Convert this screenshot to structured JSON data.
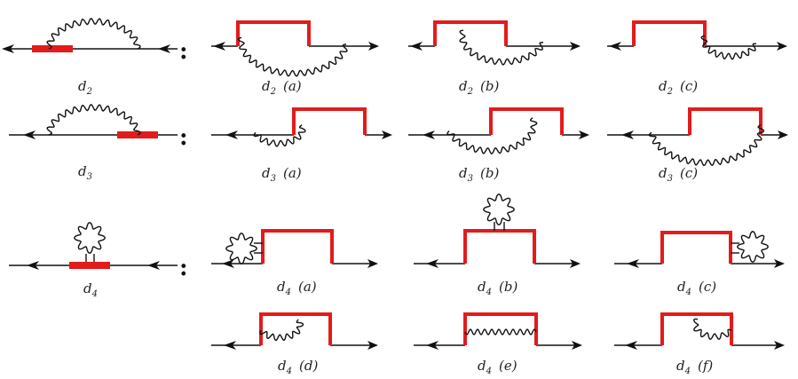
{
  "colors": {
    "line": "#111111",
    "highlight": "#e31b1b",
    "text": "#222222"
  },
  "separator": ":",
  "rows": [
    {
      "main": {
        "symbol": "d",
        "index": "2"
      },
      "variants": [
        {
          "symbol": "d",
          "index": "2",
          "tag": "(a)"
        },
        {
          "symbol": "d",
          "index": "2",
          "tag": "(b)"
        },
        {
          "symbol": "d",
          "index": "2",
          "tag": "(c)"
        }
      ]
    },
    {
      "main": {
        "symbol": "d",
        "index": "3"
      },
      "variants": [
        {
          "symbol": "d",
          "index": "3",
          "tag": "(a)"
        },
        {
          "symbol": "d",
          "index": "3",
          "tag": "(b)"
        },
        {
          "symbol": "d",
          "index": "3",
          "tag": "(c)"
        }
      ]
    },
    {
      "main": {
        "symbol": "d",
        "index": "4"
      },
      "variants": [
        {
          "symbol": "d",
          "index": "4",
          "tag": "(a)"
        },
        {
          "symbol": "d",
          "index": "4",
          "tag": "(b)"
        },
        {
          "symbol": "d",
          "index": "4",
          "tag": "(c)"
        },
        {
          "symbol": "d",
          "index": "4",
          "tag": "(d)"
        },
        {
          "symbol": "d",
          "index": "4",
          "tag": "(e)"
        },
        {
          "symbol": "d",
          "index": "4",
          "tag": "(f)"
        }
      ]
    }
  ]
}
